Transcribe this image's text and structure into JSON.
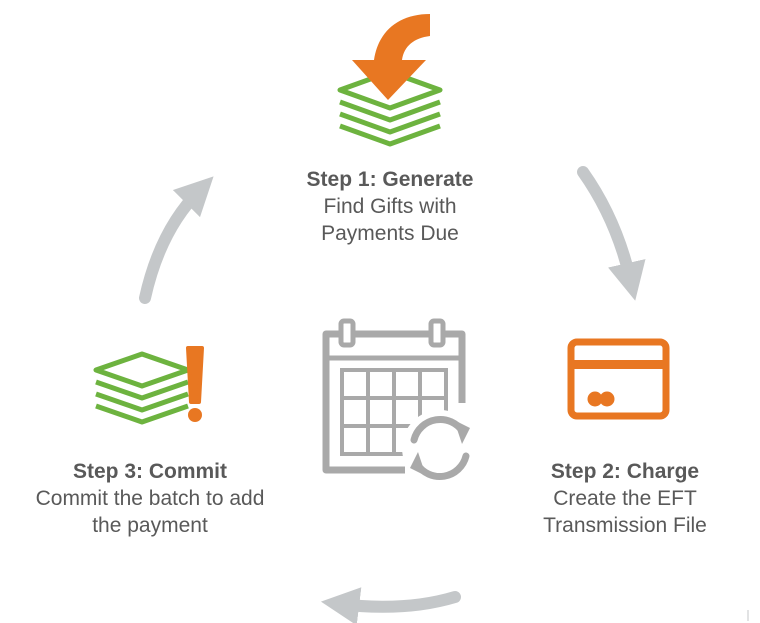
{
  "steps": [
    {
      "title": "Step 1: Generate",
      "desc_line1": "Find Gifts with",
      "desc_line2": "Payments Due"
    },
    {
      "title": "Step 2: Charge",
      "desc_line1": "Create the EFT",
      "desc_line2": "Transmission File"
    },
    {
      "title": "Step 3: Commit",
      "desc_line1": "Commit the batch to add",
      "desc_line2": "the payment"
    }
  ],
  "colors": {
    "orange": "#E87722",
    "green": "#6DB33F",
    "gray": "#C4C7C9",
    "calendar": "#A9A9A9",
    "text": "#595959"
  },
  "icons": [
    "money-stack-icon",
    "down-arrow-icon",
    "credit-card-icon",
    "exclamation-icon",
    "calendar-sync-icon"
  ]
}
